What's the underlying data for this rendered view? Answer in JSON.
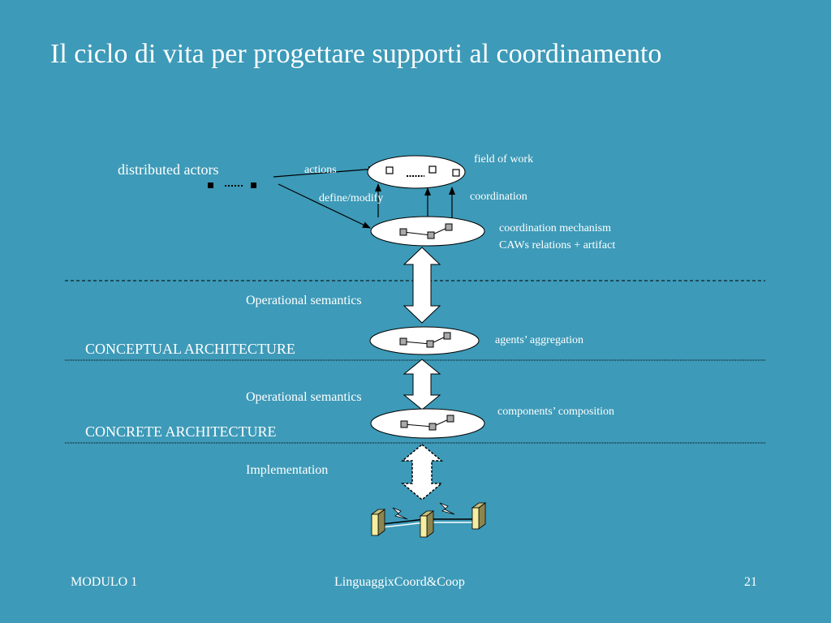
{
  "slide": {
    "title": "Il ciclo di vita per progettare supporti al coordinamento"
  },
  "diagram": {
    "distributed_actors": "distributed actors",
    "actions": "actions",
    "define_modify": "define/modify",
    "field_of_work": "field of work",
    "coordination": "coordination",
    "coordination_mechanism": "coordination mechanism",
    "caws_relations": "CAWs relations + artifact",
    "operational_semantics_1": "Operational semantics",
    "conceptual_architecture": "CONCEPTUAL  ARCHITECTURE",
    "agents_aggregation": "agents’ aggregation",
    "operational_semantics_2": "Operational semantics",
    "concrete_architecture": "CONCRETE ARCHITECTURE",
    "components_composition": "components’ composition",
    "implementation": "Implementation"
  },
  "footer": {
    "left": "MODULO 1",
    "center": "LinguaggixCoord&Coop",
    "page_number": "21"
  },
  "colors": {
    "background": "#3d9ab8",
    "text": "#ffffff",
    "node_fill": "#a9a9a9",
    "server_fill": "#f5eea0"
  }
}
